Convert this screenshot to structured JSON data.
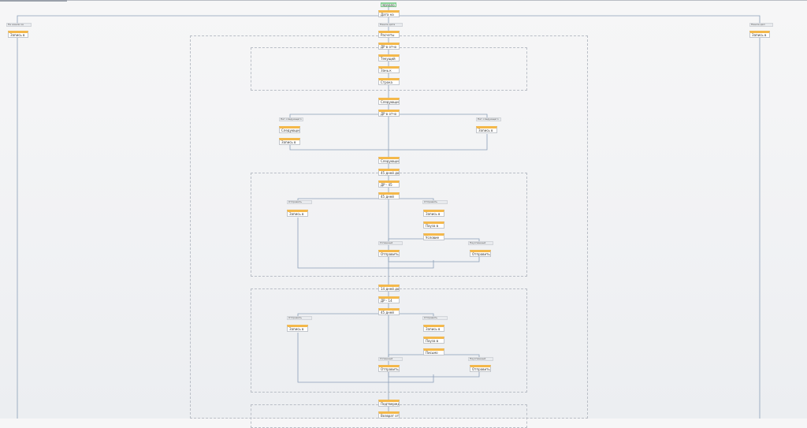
{
  "start": "Начало",
  "main": {
    "b_date": "Дата на",
    "b_contracts": "Расчеты",
    "b_dp_loop": "ДР в отчо",
    "b_current": "Текущий",
    "b_value": "Зань.к",
    "b_string": "Строка",
    "b_next1": "Следующий",
    "b_dp_loop2": "ДР в отчо",
    "b_next2": "Следующий",
    "b_45days": "45 дней до",
    "b_dp45": "ДР - 45",
    "b_45dn": "45 дней",
    "b_14days": "14 дней до",
    "b_dp14": "ДР - 14",
    "b_45dn2": "45 дней",
    "b_confirm": "Подтвержд",
    "b_return": "Возврат от"
  },
  "labels": {
    "left_top": "Не нашли за",
    "right_top": "Нашли дал",
    "mid_top": "Нашли дата",
    "left_branch": "Нет следующего",
    "right_branch": "Нет следующего",
    "send_left": "Отправить",
    "send_right": "Отправить",
    "success": "Успешный",
    "unsuccess": "Неуспешный"
  },
  "side": {
    "left_write": "Запись в",
    "right_write": "Запись в"
  },
  "branch2": {
    "next_inner": "Следующий",
    "write_l": "Запись в",
    "write_r": "Запись в"
  },
  "sec45": {
    "write_l": "Запись в",
    "write_r": "Запись в",
    "pause": "Пауза в",
    "cond": "Условие",
    "send_a": "Отправить",
    "send_b": "Отправить"
  },
  "sec14": {
    "write_l": "Запись в",
    "write_r": "Запись в",
    "pause": "Пауза в",
    "cond": "Письмо",
    "send_a": "Отправить",
    "send_b": "Отправить"
  }
}
